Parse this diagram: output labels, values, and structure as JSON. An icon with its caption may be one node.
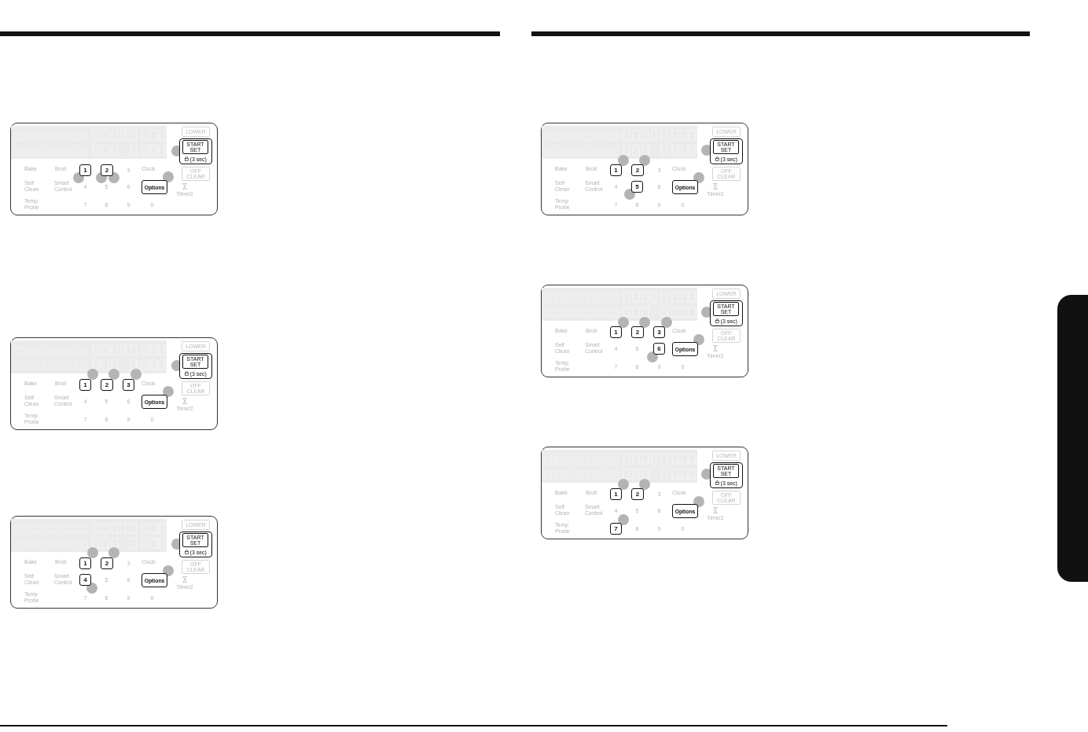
{
  "diagram": {
    "nodes": [
      {
        "text": [
          "Bake",
          "Broil",
          "3",
          "Clock",
          "Self Clean",
          "Smart Control",
          "4",
          "5",
          "6",
          "Timer2",
          "Temp Probe",
          "7",
          "8",
          "9",
          "0"
        ]
      },
      {
        "text": [
          "LOWER"
        ],
        "in": 0
      },
      {
        "text": [
          "(3 sec)"
        ],
        "in": 0
      },
      {
        "text": [
          "START SET"
        ],
        "in": 2
      },
      {
        "text": [
          "OFF CLEAR"
        ],
        "in": 0
      },
      {
        "text": [
          "1"
        ],
        "in": 0
      },
      {
        "text": [
          "2"
        ],
        "in": 0
      },
      {
        "text": [
          "Options"
        ],
        "in": 0
      },
      {
        "text": [
          "Bake",
          "Broil",
          "Clock",
          "Self Clean",
          "Smart Control",
          "4",
          "5",
          "6",
          "Timer2",
          "Temp Probe",
          "7",
          "8",
          "9",
          "0"
        ]
      },
      {
        "text": [
          "LOWER"
        ],
        "in": 8
      },
      {
        "text": [
          "(3 sec)"
        ],
        "in": 8
      },
      {
        "text": [
          "START SET"
        ],
        "in": 10
      },
      {
        "text": [
          "OFF CLEAR"
        ],
        "in": 8
      },
      {
        "text": [
          "1"
        ],
        "in": 8
      },
      {
        "text": [
          "2"
        ],
        "in": 8
      },
      {
        "text": [
          "3"
        ],
        "in": 8
      },
      {
        "text": [
          "Options"
        ],
        "in": 8
      },
      {
        "text": [
          "Bake",
          "Broil",
          "3",
          "Clock",
          "Self Clean",
          "Smart Control",
          "5",
          "6",
          "Timer2",
          "Temp Probe",
          "7",
          "8",
          "9",
          "0"
        ]
      },
      {
        "text": [
          "LOWER"
        ],
        "in": 17
      },
      {
        "text": [
          "(3 sec)"
        ],
        "in": 17
      },
      {
        "text": [
          "START SET"
        ],
        "in": 19
      },
      {
        "text": [
          "OFF CLEAR"
        ],
        "in": 17
      },
      {
        "text": [
          "1"
        ],
        "in": 17
      },
      {
        "text": [
          "2"
        ],
        "in": 17
      },
      {
        "text": [
          "4"
        ],
        "in": 17
      },
      {
        "text": [
          "Options"
        ],
        "in": 17
      },
      {
        "text": [
          "Bake",
          "Broil",
          "3",
          "Clock",
          "Self Clean",
          "Smart Control",
          "4",
          "6",
          "Timer2",
          "Temp Probe",
          "7",
          "8",
          "9",
          "0"
        ]
      },
      {
        "text": [
          "LOWER"
        ],
        "in": 26
      },
      {
        "text": [
          "(3 sec)"
        ],
        "in": 26
      },
      {
        "text": [
          "START SET"
        ],
        "in": 28
      },
      {
        "text": [
          "OFF CLEAR"
        ],
        "in": 26
      },
      {
        "text": [
          "1"
        ],
        "in": 26
      },
      {
        "text": [
          "2"
        ],
        "in": 26
      },
      {
        "text": [
          "5"
        ],
        "in": 26
      },
      {
        "text": [
          "Options"
        ],
        "in": 26
      },
      {
        "text": [
          "Bake",
          "Broil",
          "Clock",
          "Self Clean",
          "Smart Control",
          "4",
          "5",
          "Timer2",
          "Temp Probe",
          "7",
          "8",
          "9",
          "0"
        ]
      },
      {
        "text": [
          "LOWER"
        ],
        "in": 35
      },
      {
        "text": [
          "(3 sec)"
        ],
        "in": 35
      },
      {
        "text": [
          "START SET"
        ],
        "in": 37
      },
      {
        "text": [
          "OFF CLEAR"
        ],
        "in": 35
      },
      {
        "text": [
          "1"
        ],
        "in": 35
      },
      {
        "text": [
          "2"
        ],
        "in": 35
      },
      {
        "text": [
          "3"
        ],
        "in": 35
      },
      {
        "text": [
          "6"
        ],
        "in": 35
      },
      {
        "text": [
          "Options"
        ],
        "in": 35
      },
      {
        "text": [
          "Bake",
          "Broil",
          "3",
          "Clock",
          "Self Clean",
          "Smart Control",
          "4",
          "5",
          "6",
          "Timer2",
          "Temp Probe",
          "8",
          "9",
          "0"
        ]
      },
      {
        "text": [
          "LOWER"
        ],
        "in": 45
      },
      {
        "text": [
          "(3 sec)"
        ],
        "in": 45
      },
      {
        "text": [
          "START SET"
        ],
        "in": 47
      },
      {
        "text": [
          "OFF CLEAR"
        ],
        "in": 45
      },
      {
        "text": [
          "1"
        ],
        "in": 45
      },
      {
        "text": [
          "2"
        ],
        "in": 45
      },
      {
        "text": [
          "Options"
        ],
        "in": 45
      },
      {
        "text": [
          "7"
        ],
        "in": 45
      },
      {
        "text": [],
        "shape": "bar"
      }
    ]
  }
}
